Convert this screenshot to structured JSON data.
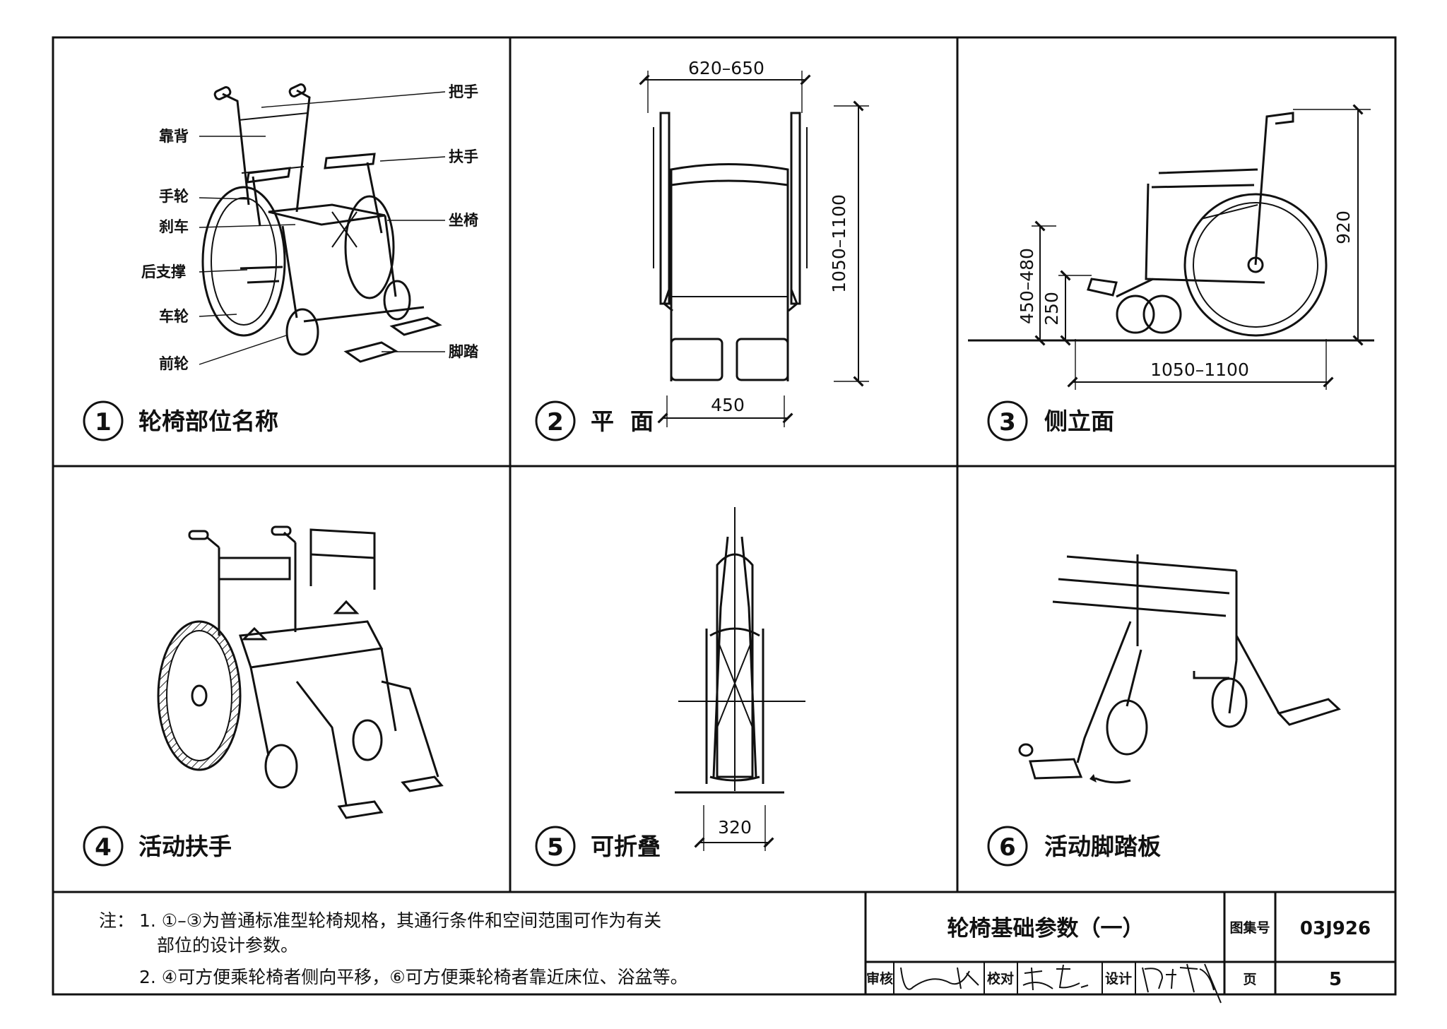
{
  "panels": [
    {
      "number": "1",
      "title": "轮椅部位名称"
    },
    {
      "number": "2",
      "title": "平  面"
    },
    {
      "number": "3",
      "title": "侧立面"
    },
    {
      "number": "4",
      "title": "活动扶手"
    },
    {
      "number": "5",
      "title": "可折叠"
    },
    {
      "number": "6",
      "title": "活动脚踏板"
    }
  ],
  "part_labels": {
    "handle": "把手",
    "backrest": "靠背",
    "armrest": "扶手",
    "handrim": "手轮",
    "brake": "刹车",
    "seat": "坐椅",
    "rear_support": "后支撑",
    "wheel": "车轮",
    "front_wheel": "前轮",
    "footrest": "脚踏"
  },
  "dimensions": {
    "plan_width": "620–650",
    "plan_length": "1050–1100",
    "plan_seat_width": "450",
    "side_height": "920",
    "side_seat_height": "450–480",
    "side_footrest_height": "250",
    "side_length": "1050–1100",
    "folded_width": "320"
  },
  "notes": {
    "prefix": "注：",
    "line1": "1. ①–③为普通标准型轮椅规格，其通行条件和空间范围可作为有关",
    "line1b": "部位的设计参数。",
    "line2": "2. ④可方便乘轮椅者侧向平移，⑥可方便乘轮椅者靠近床位、浴盆等。"
  },
  "title_block": {
    "title": "轮椅基础参数（一）",
    "atlas_label": "图集号",
    "atlas_number": "03J926",
    "review_label": "审核",
    "check_label": "校对",
    "design_label": "设计",
    "page_label": "页",
    "page_number": "5"
  }
}
